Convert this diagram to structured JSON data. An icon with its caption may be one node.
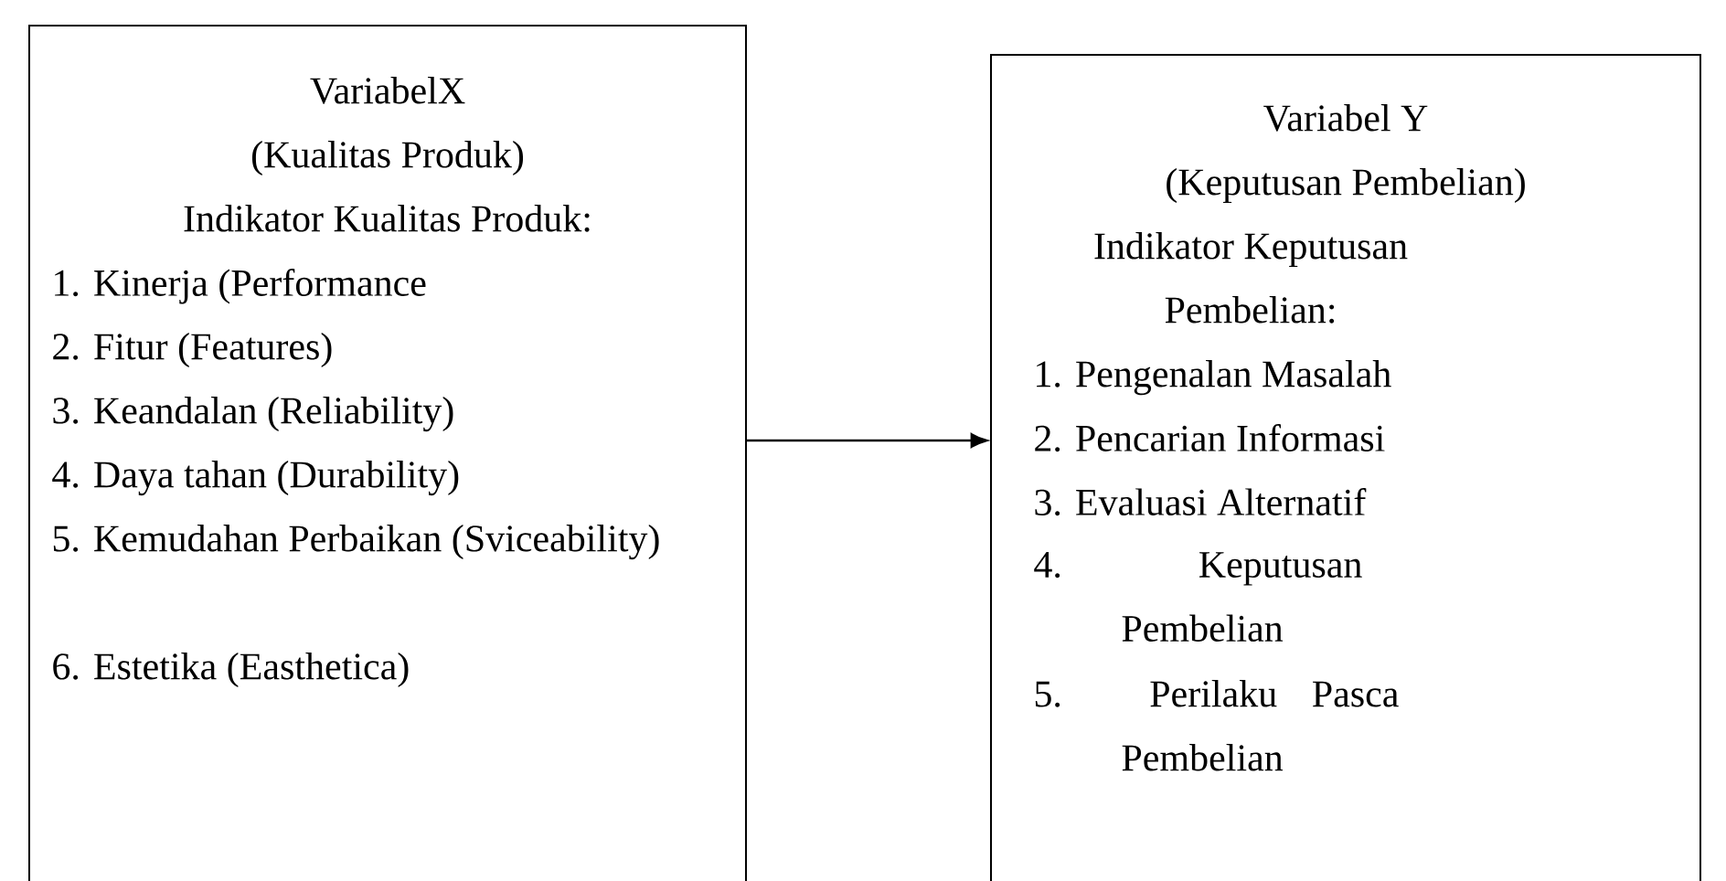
{
  "diagram": {
    "nodes": [
      {
        "text": [
          "VariabelX",
          "(Kualitas Produk)",
          "Indikator Kualitas Produk:",
          "1. Kinerja (Performance",
          "2. Fitur (Features)",
          "3. Keandalan (Reliability)",
          "4. Daya tahan (Durability)",
          "5. Kemudahan Perbaikan (Sviceability)",
          "6. Estetika (Easthetica)"
        ]
      },
      {
        "text": [
          "Variabel Y",
          "(Keputusan Pembelian)",
          "Indikator Keputusan Pembelian:",
          "1. Pengenalan Masalah",
          "2. Pencarian Informasi",
          "3. Evaluasi Alternatif",
          "4. Keputusan Pembelian",
          "5. Perilaku Pasca Pembelian"
        ]
      }
    ],
    "edges": [
      {
        "from": 0,
        "to": 1,
        "arrow": "to"
      }
    ]
  }
}
